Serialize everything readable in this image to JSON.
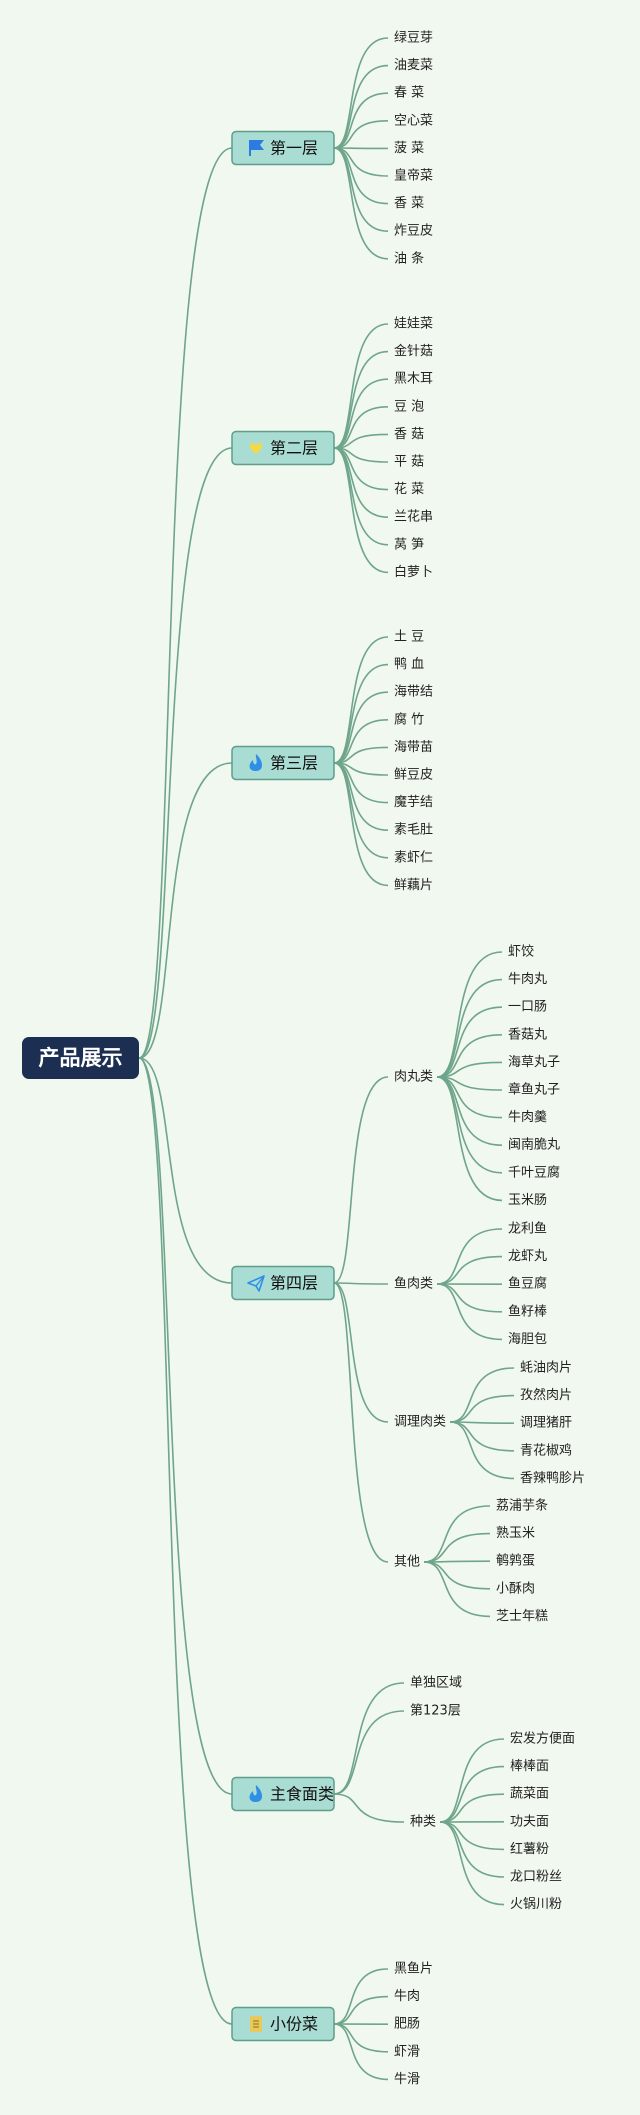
{
  "root": {
    "label": "产品展示"
  },
  "icons": {
    "flag": {
      "name": "flag-icon",
      "color": "#2d7be0"
    },
    "heart": {
      "name": "heart-icon",
      "color": "#f2d94a"
    },
    "fire": {
      "name": "fire-icon",
      "color": "#2f8fe6"
    },
    "paper-plane": {
      "name": "paper-plane-icon",
      "color": "#2f8fe6"
    },
    "scroll": {
      "name": "scroll-icon",
      "color": "#e8c95a"
    }
  },
  "branches": [
    {
      "label": "第一层",
      "icon": "flag",
      "children": [
        "绿豆芽",
        "油麦菜",
        "春 菜",
        "空心菜",
        "菠 菜",
        "皇帝菜",
        "香 菜",
        "炸豆皮",
        "油 条"
      ]
    },
    {
      "label": "第二层",
      "icon": "heart",
      "children": [
        "娃娃菜",
        "金针菇",
        "黑木耳",
        "豆 泡",
        "香 菇",
        "平 菇",
        "花 菜",
        "兰花串",
        "莴 笋",
        "白萝卜"
      ]
    },
    {
      "label": "第三层",
      "icon": "fire",
      "children": [
        "土 豆",
        "鸭 血",
        "海带结",
        "腐 竹",
        "海带苗",
        "鲜豆皮",
        "魔芋结",
        "素毛肚",
        "素虾仁",
        "鲜藕片"
      ]
    },
    {
      "label": "第四层",
      "icon": "paper-plane",
      "children": [
        {
          "label": "肉丸类",
          "children": [
            "虾饺",
            "牛肉丸",
            "一口肠",
            "香菇丸",
            "海草丸子",
            "章鱼丸子",
            "牛肉羹",
            "闽南脆丸",
            "千叶豆腐",
            "玉米肠"
          ]
        },
        {
          "label": "鱼肉类",
          "children": [
            "龙利鱼",
            "龙虾丸",
            "鱼豆腐",
            "鱼籽棒",
            "海胆包"
          ]
        },
        {
          "label": "调理肉类",
          "children": [
            "蚝油肉片",
            "孜然肉片",
            "调理猪肝",
            "青花椒鸡",
            "香辣鸭胗片"
          ]
        },
        {
          "label": "其他",
          "children": [
            "荔浦芋条",
            "熟玉米",
            "鹌鹑蛋",
            "小酥肉",
            "芝士年糕"
          ]
        }
      ]
    },
    {
      "label": "主食面类",
      "icon": "fire",
      "children": [
        "单独区域",
        "第123层",
        {
          "label": "种类",
          "children": [
            "宏发方便面",
            "棒棒面",
            "蔬菜面",
            "功夫面",
            "红薯粉",
            "龙口粉丝",
            "火锅川粉"
          ]
        }
      ]
    },
    {
      "label": "小份菜",
      "icon": "scroll",
      "children": [
        "黑鱼片",
        "牛肉",
        "肥肠",
        "虾滑",
        "牛滑"
      ]
    }
  ]
}
